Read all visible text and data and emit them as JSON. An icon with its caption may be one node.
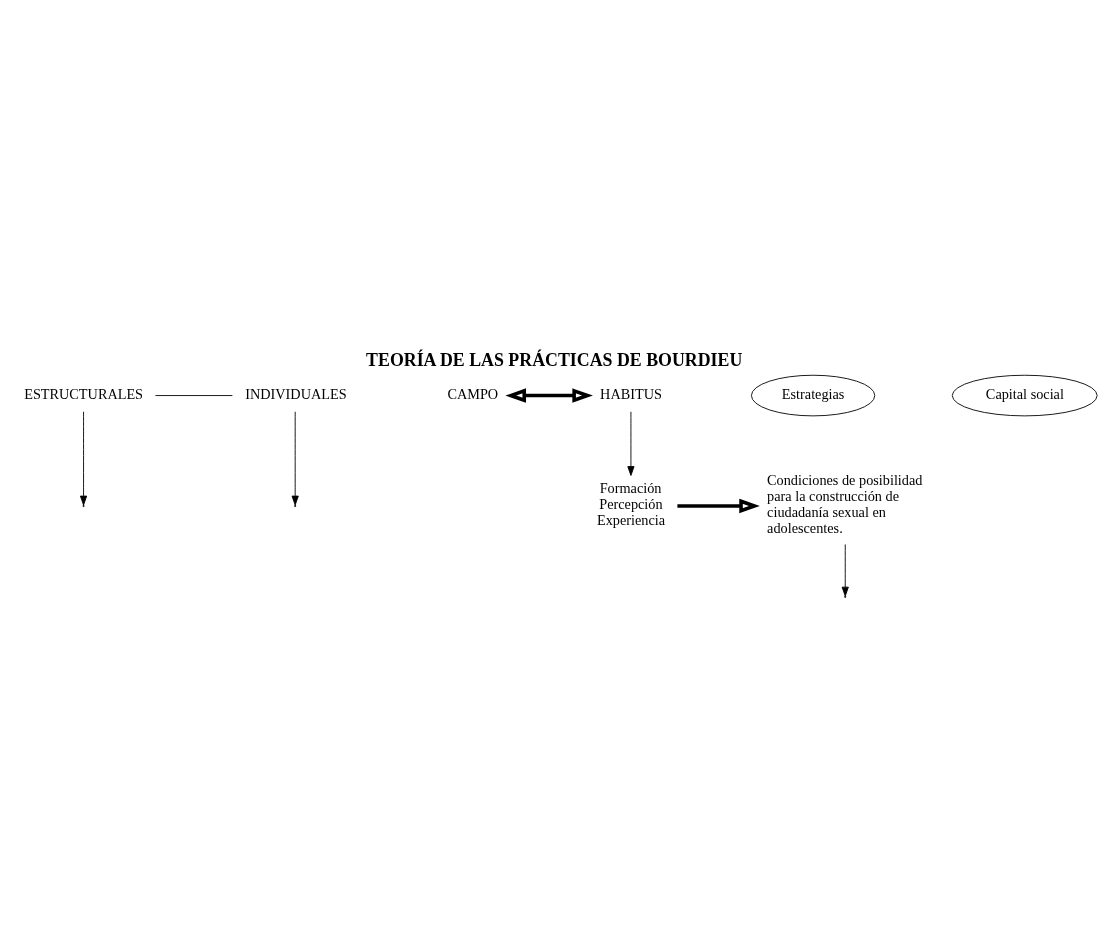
{
  "diagram": {
    "title": "TEORÍA DE LAS PRÁCTICAS DE BOURDIEU",
    "nodes": [
      {
        "text": [
          "ESTRUCTURALES"
        ]
      },
      {
        "text": [
          "INDIVIDUALES"
        ]
      },
      {
        "text": [
          "CAMPO"
        ]
      },
      {
        "text": [
          "HABITUS"
        ]
      },
      {
        "text": [
          "Formación",
          "Percepción",
          "Experiencia"
        ]
      },
      {
        "text": [
          "Condiciones de posibilidad para la construcción de ciudadanía sexual en adolescentes."
        ]
      },
      {
        "text": [
          "Estrategias"
        ]
      },
      {
        "text": [
          "Capital social"
        ]
      }
    ],
    "edges": [
      {
        "from": 0,
        "to": 1,
        "arrow": "none"
      },
      {
        "from": 0,
        "to": null,
        "arrow": "to"
      },
      {
        "from": 1,
        "to": null,
        "arrow": "to"
      },
      {
        "from": 2,
        "to": 3,
        "arrow": "both",
        "style": "thick"
      },
      {
        "from": 3,
        "to": 4,
        "arrow": "to"
      },
      {
        "from": 4,
        "to": 5,
        "arrow": "to",
        "style": "thick"
      },
      {
        "from": 5,
        "to": null,
        "arrow": "to"
      }
    ]
  }
}
